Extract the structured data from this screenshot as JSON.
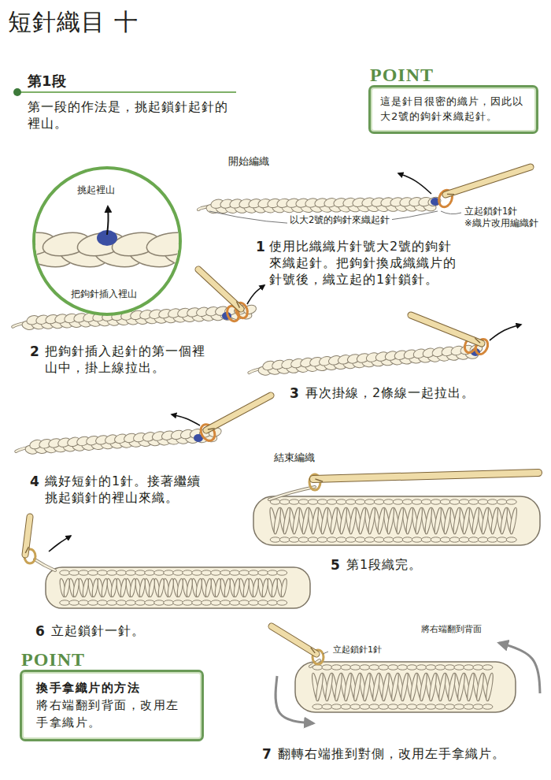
{
  "diagram": {
    "title": "短針織目 十",
    "nodes": [
      {
        "text": [
          "POINT",
          "這是針目很密的織片，因此以大2號的鉤針來織起針。"
        ]
      },
      {
        "text": [
          "挑起裡山",
          "把鉤針插入裡山"
        ]
      },
      {
        "text": [
          "POINT",
          "換手拿織片的方法",
          "將右端翻到背面，改用左手拿織片。"
        ]
      }
    ],
    "labels": [
      "第1段",
      "第一段的作法是，挑起鎖針起針的裡山。",
      "開始編織",
      "以大2號的鉤針來織起針",
      "立起鎖針1針",
      "※織片改用編織針",
      "1",
      "使用比織織片針號大2號的鉤針來織起針。把鉤針換成織織片的針號後，織立起的1針鎖針。",
      "2",
      "把鉤針插入起針的第一個裡山中，掛上線拉出。",
      "3",
      "再次掛線，2條線一起拉出。",
      "4",
      "織好短針的1針。接著繼續挑起鎖針的裡山來織。",
      "結束編織",
      "5",
      "第1段織完。",
      "6",
      "立起鎖針一針。",
      "將右端翻到背面",
      "立起鎖針1針",
      "7",
      "翻轉右端推到對側，改用左手拿織片。"
    ]
  }
}
